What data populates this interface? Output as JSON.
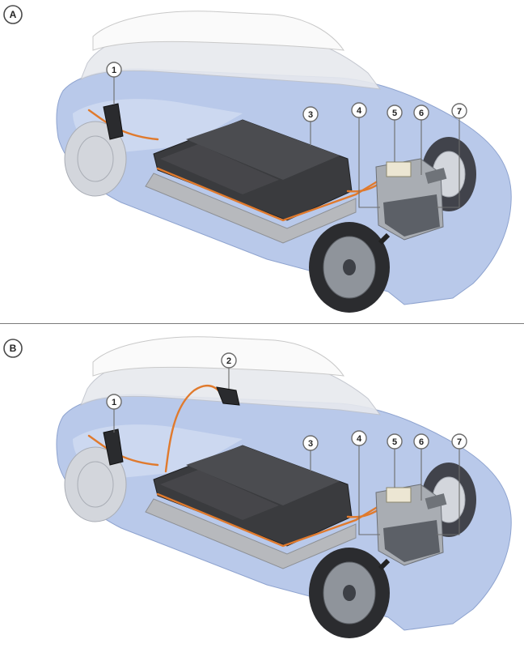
{
  "panels": [
    {
      "label": "A",
      "callouts": [
        {
          "number": "1"
        },
        {
          "number": "3"
        },
        {
          "number": "4"
        },
        {
          "number": "5"
        },
        {
          "number": "6"
        },
        {
          "number": "7"
        }
      ]
    },
    {
      "label": "B",
      "callouts": [
        {
          "number": "1"
        },
        {
          "number": "2"
        },
        {
          "number": "3"
        },
        {
          "number": "4"
        },
        {
          "number": "5"
        },
        {
          "number": "6"
        },
        {
          "number": "7"
        }
      ]
    }
  ],
  "colors": {
    "body_tint": "#b9c9ea",
    "hv_cable": "#e07a2d",
    "battery": "#3a3b3e",
    "divider": "#7b7b7b"
  }
}
